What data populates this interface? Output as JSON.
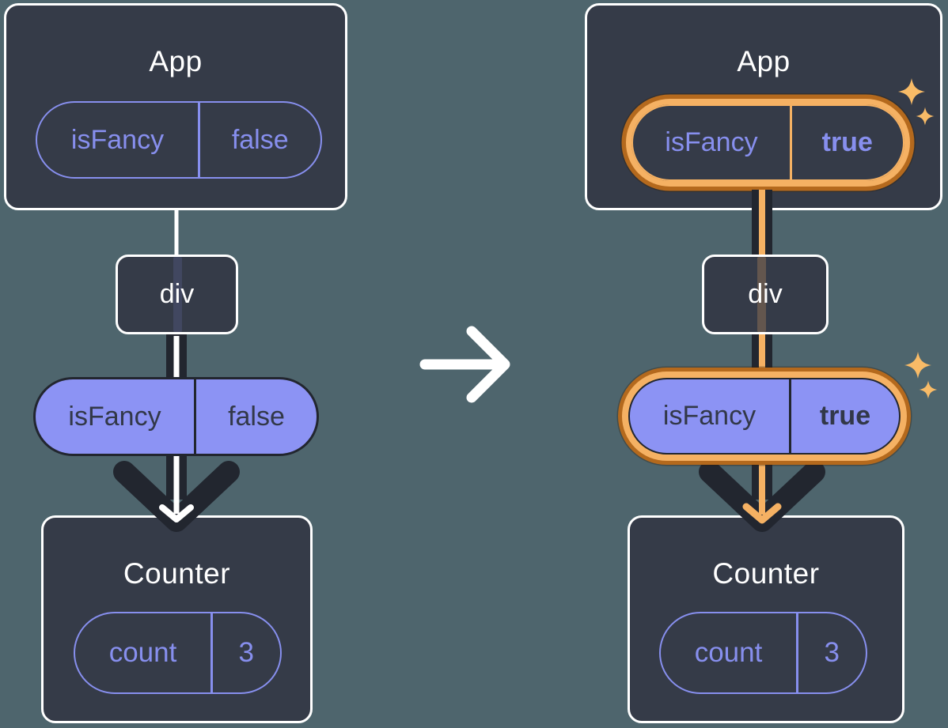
{
  "colors": {
    "background": "#4e656d",
    "box_bg": "#353b48",
    "box_border": "#ffffff",
    "purple": "#878fee",
    "pill_fill": "#8c93f4",
    "dark": "#22262f",
    "dark_text": "#323848",
    "orange_light": "#f5b163",
    "orange_dark": "#b4691d",
    "sparkle": "#f8bb67"
  },
  "icons": {
    "transition": "arrow-right",
    "highlight": "sparkles"
  },
  "before": {
    "app": {
      "title": "App",
      "prop": {
        "name": "isFancy",
        "value": "false"
      }
    },
    "div_node": {
      "label": "div"
    },
    "passed_prop": {
      "name": "isFancy",
      "value": "false"
    },
    "counter": {
      "title": "Counter",
      "state": {
        "name": "count",
        "value": "3"
      }
    }
  },
  "after": {
    "app": {
      "title": "App",
      "prop": {
        "name": "isFancy",
        "value": "true"
      }
    },
    "div_node": {
      "label": "div"
    },
    "passed_prop": {
      "name": "isFancy",
      "value": "true"
    },
    "counter": {
      "title": "Counter",
      "state": {
        "name": "count",
        "value": "3"
      }
    }
  }
}
